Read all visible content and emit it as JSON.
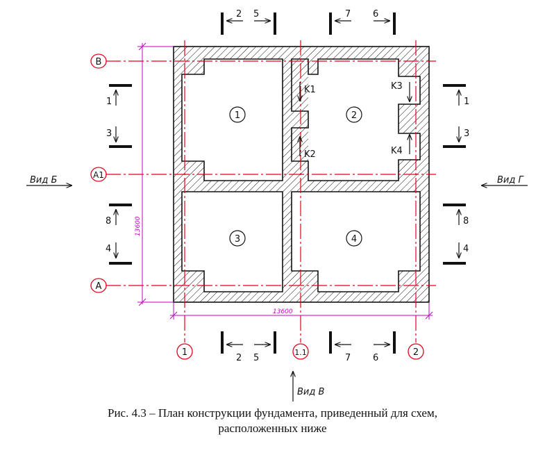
{
  "axes": {
    "rows": [
      {
        "id": "B",
        "label": "B"
      },
      {
        "id": "A1",
        "label": "A1"
      },
      {
        "id": "A",
        "label": "A"
      }
    ],
    "cols": [
      {
        "id": "1",
        "label": "1"
      },
      {
        "id": "1.1",
        "label": "1.1"
      },
      {
        "id": "2",
        "label": "2"
      }
    ]
  },
  "rooms": [
    "1",
    "2",
    "3",
    "4"
  ],
  "dimensions": {
    "vertical": "13600",
    "horizontal": "13600"
  },
  "sections": {
    "top_left_a": "2",
    "top_left_b": "5",
    "top_right_a": "7",
    "top_right_b": "6",
    "bottom_left_a": "2",
    "bottom_left_b": "5",
    "bottom_right_a": "7",
    "bottom_right_b": "6",
    "left_1": "1",
    "left_3": "3",
    "left_8": "8",
    "left_4": "4",
    "right_1": "1",
    "right_3": "3",
    "right_8": "8",
    "right_4": "4"
  },
  "nodes": {
    "k1": "K1",
    "k2": "K2",
    "k3": "K3",
    "k4": "K4"
  },
  "views": {
    "left": "Вид Б",
    "right": "Вид Г",
    "bottom": "Вид В"
  },
  "caption": {
    "line1": "Рис. 4.3 – План конструкции фундамента, приведенный для схем,",
    "line2": "расположенных ниже"
  },
  "colors": {
    "axis": "#e3001b",
    "dimension": "#c000c0",
    "wall": "#111111"
  }
}
